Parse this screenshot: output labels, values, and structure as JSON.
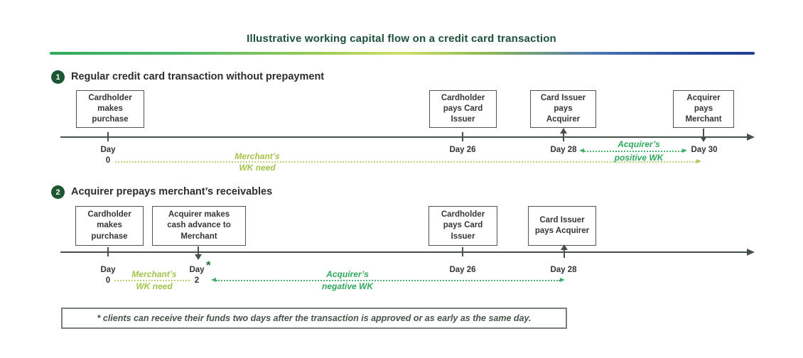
{
  "title": "Illustrative working capital flow on a credit card transaction",
  "colors": {
    "accent_dark_green": "#1d5632",
    "title_green": "#1d5138",
    "timeline_gray": "#47514a",
    "wk_light_green": "#a3c34c",
    "wk_green": "#2fa85c",
    "gradient_left_green": "#2fa95e",
    "gradient_mid_green": "#cfe06a",
    "gradient_right_blue": "#24479c"
  },
  "section1": {
    "number": "1",
    "heading": "Regular credit card transaction without prepayment",
    "boxes": {
      "b1": "Cardholder\nmakes\npurchase",
      "b2": "Cardholder\npays Card\nIssuer",
      "b3": "Card Issuer\npays\nAcquirer",
      "b4": "Acquirer\npays\nMerchant"
    },
    "days": {
      "d0_label": "Day",
      "d0_value": "0",
      "d26": "Day 26",
      "d28": "Day 28",
      "d30": "Day 30"
    },
    "merchant_wk": {
      "line1": "Merchant’s",
      "line2": "WK need"
    },
    "acquirer_wk": {
      "line1": "Acquirer’s",
      "line2": "positive WK"
    }
  },
  "section2": {
    "number": "2",
    "heading": "Acquirer prepays merchant’s receivables",
    "boxes": {
      "b1": "Cardholder\nmakes\npurchase",
      "b2": "Acquirer makes\ncash advance to\nMerchant",
      "b3": "Cardholder\npays Card\nIssuer",
      "b4": "Card Issuer\npays Acquirer"
    },
    "days": {
      "d0_label": "Day",
      "d0_value": "0",
      "d2_label": "Day",
      "d2_value": "2",
      "d2_asterisk": "*",
      "d26": "Day 26",
      "d28": "Day 28"
    },
    "merchant_wk": {
      "line1": "Merchant’s",
      "line2": "WK need"
    },
    "acquirer_wk": {
      "line1": "Acquirer’s",
      "line2": "negative WK"
    }
  },
  "footnote": "* clients can receive their funds two days after the transaction is approved or as early as the same day."
}
